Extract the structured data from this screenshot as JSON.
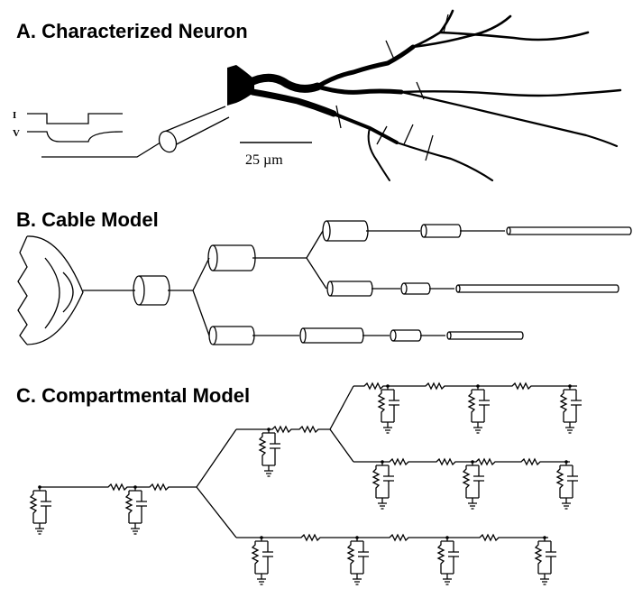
{
  "panels": {
    "a": {
      "title": "A. Characterized Neuron",
      "trace_label_current": "I",
      "trace_label_voltage": "V",
      "scale_bar_label": "25  µm"
    },
    "b": {
      "title": "B. Cable Model"
    },
    "c": {
      "title": "C. Compartmental Model"
    }
  }
}
